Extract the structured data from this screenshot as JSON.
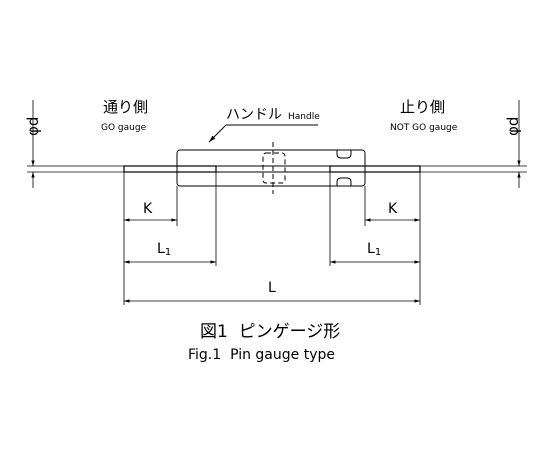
{
  "labels": {
    "go_jp": "通り側",
    "go_en": "GO gauge",
    "handle_jp": "ハンドル",
    "handle_en": "Handle",
    "nogo_jp": "止り側",
    "nogo_en": "NOT GO gauge",
    "phi_d_left": "φd",
    "phi_d_right": "φd",
    "k_left": "K",
    "k_right": "K",
    "l1_left": "L",
    "l1_left_sub": "1",
    "l1_right": "L",
    "l1_right_sub": "1",
    "l_total": "L"
  },
  "caption": {
    "jp": "図1  ピンゲージ形",
    "en": "Fig.1  Pin gauge type"
  }
}
